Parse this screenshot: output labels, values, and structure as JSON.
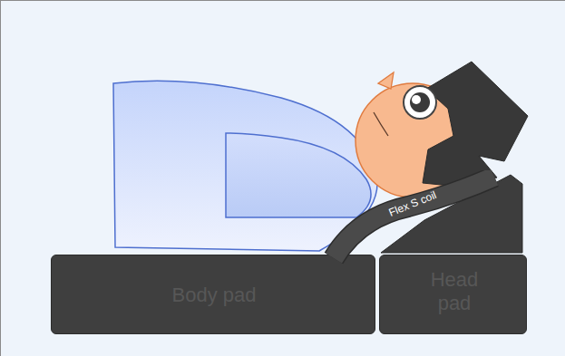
{
  "diagram": {
    "nodes": [
      {
        "text": [
          "Flex S coil"
        ]
      },
      {
        "text": [
          "Body pad"
        ]
      },
      {
        "text": [
          "Head pad"
        ]
      }
    ]
  }
}
